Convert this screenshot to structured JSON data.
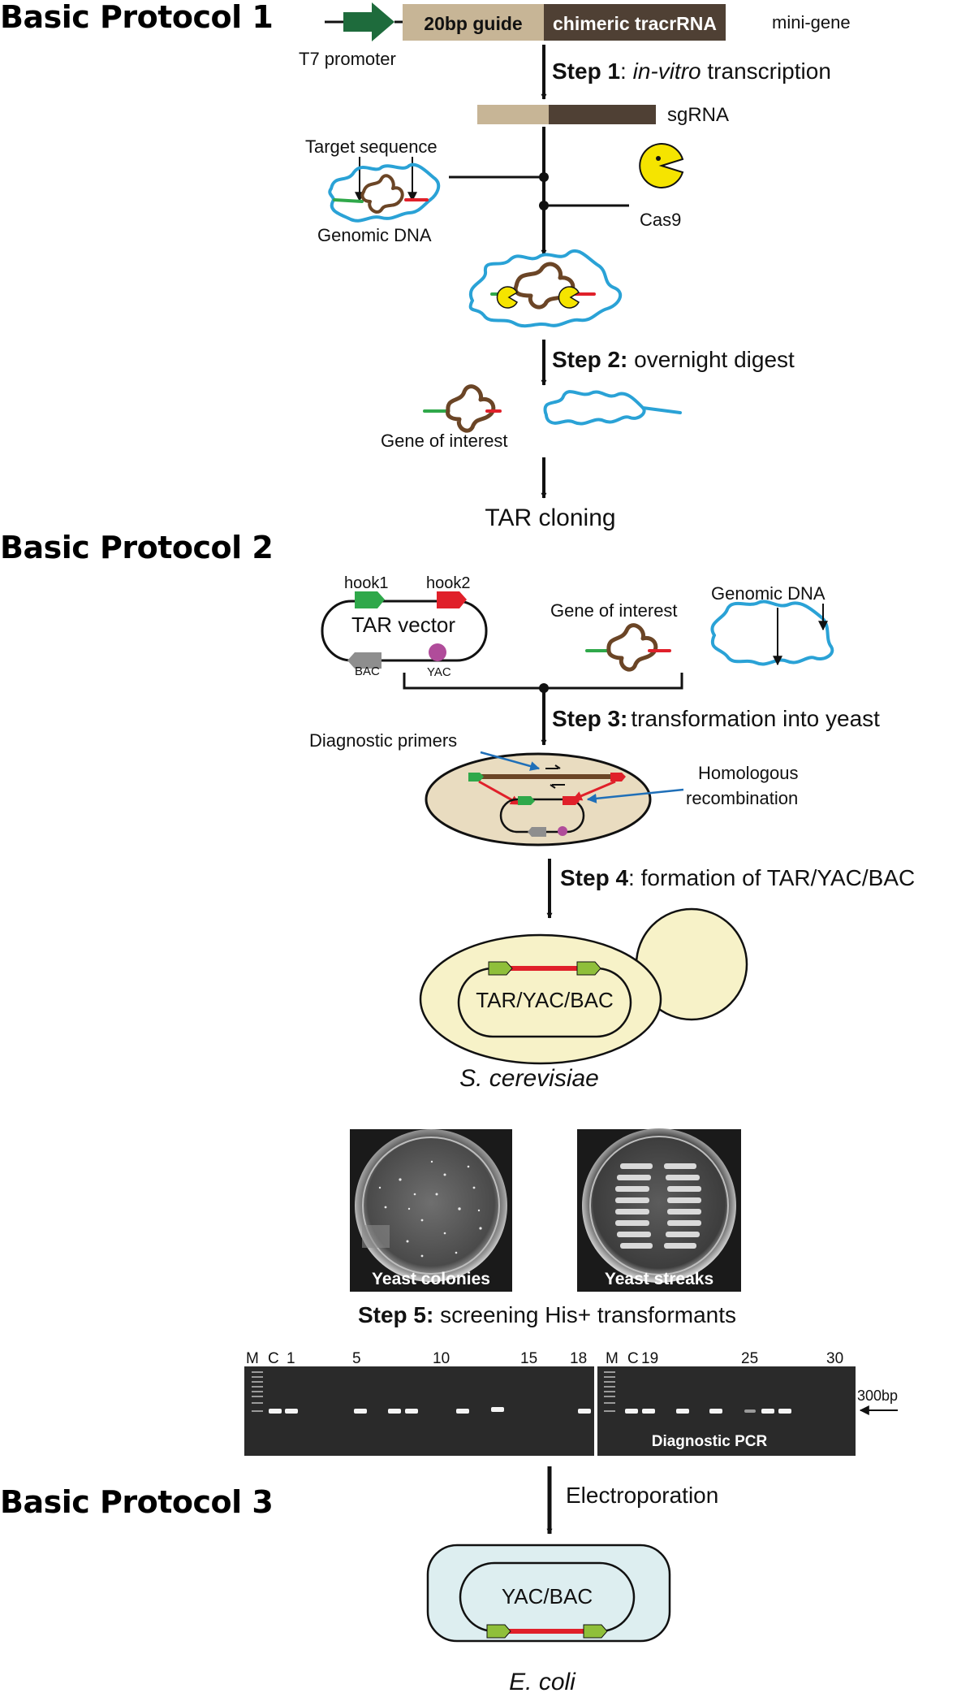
{
  "protocols": {
    "p1": "Basic Protocol 1",
    "p2": "Basic Protocol 2",
    "p3": "Basic Protocol 3"
  },
  "minigene": {
    "promoter": "T7 promoter",
    "guide": "20bp guide",
    "tracr": "chimeric tracrRNA",
    "label": "mini-gene"
  },
  "step1": {
    "bold": "Step 1",
    "rest_prefix": ": ",
    "italic": "in-vitro",
    "rest": " transcription"
  },
  "sgRNA": "sgRNA",
  "target_sequence": "Target sequence",
  "genomic_dna": "Genomic DNA",
  "cas9": "Cas9",
  "step2": {
    "bold": "Step 2:",
    "rest": " overnight digest"
  },
  "gene_of_interest": "Gene of interest",
  "tar_cloning": "TAR cloning",
  "p2": {
    "hook1": "hook1",
    "hook2": "hook2",
    "tar_vector": "TAR vector",
    "bac": "BAC",
    "yac": "YAC",
    "gene_of_interest": "Gene of interest",
    "genomic_dna": "Genomic DNA",
    "step3_bold": "Step 3:",
    "step3_rest": "transformation into yeast",
    "diag_primers": "Diagnostic primers",
    "homologous": "Homologous",
    "recombination": "recombination",
    "step4_bold": "Step 4",
    "step4_rest": ": formation of TAR/YAC/BAC",
    "tar_yac_bac": "TAR/YAC/BAC",
    "organism": "S. cerevisiae"
  },
  "plates": {
    "colonies": "Yeast colonies",
    "streaks": "Yeast streaks"
  },
  "step5": {
    "bold": "Step 5:",
    "rest": " screening His+ transformants"
  },
  "gel": {
    "left_labels": [
      "M",
      "C",
      "1",
      "5",
      "10",
      "15",
      "18"
    ],
    "right_labels": [
      "M",
      "C",
      "19",
      "25",
      "30"
    ],
    "size_marker": "300bp",
    "caption": "Diagnostic PCR"
  },
  "p3": {
    "electroporation": "Electroporation",
    "yac_bac": "YAC/BAC",
    "organism": "E. coli"
  },
  "colors": {
    "promoter_green": "#1e6b3c",
    "guide_tan": "#c7b596",
    "tracr_brown": "#4f4034",
    "dna_blue": "#2aa2d6",
    "gene_brown": "#6b4526",
    "hook_green": "#2fa84a",
    "hook_red": "#e0202a",
    "cas9_yellow": "#f5e400",
    "yac_magenta": "#b04c9a",
    "yeast_cell": "#f7f2c8",
    "ecoli_cell": "#ddeef0",
    "diag_arrow_blue": "#1f6fb8"
  }
}
